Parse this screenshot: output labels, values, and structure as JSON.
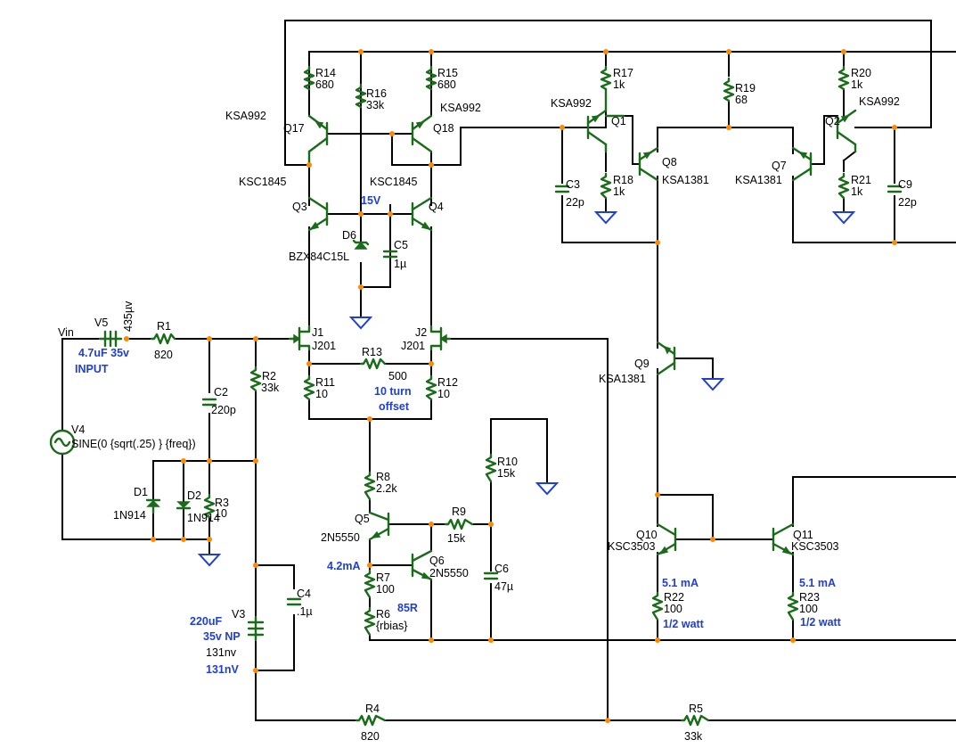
{
  "labels": {
    "vin": "Vin",
    "v5_name": "V5",
    "v5_val": "435µv",
    "v5_note": "4.7uF 35v",
    "v5_input": "INPUT",
    "r1_name": "R1",
    "r1_val": "820",
    "v4_name": "V4",
    "v4_val": "SINE(0 {sqrt(.25) } {freq})",
    "c2_name": "C2",
    "c2_val": "220p",
    "r2_name": "R2",
    "r2_val": "33k",
    "d1_name": "D1",
    "d1_val": "1N914",
    "d2_name": "D2",
    "d2_val": "1N914",
    "r3_name": "R3",
    "r3_val": "10",
    "v3_name": "V3",
    "v3_note": "220uF",
    "v3_note2": "35v NP",
    "v3_val": "131nv",
    "v3_note3": "131nV",
    "c4_name": "C4",
    "c4_val": ".1µ",
    "r4_name": "R4",
    "r4_val": "820",
    "r5_name": "R5",
    "r5_val": "33k",
    "r14_name": "R14",
    "r14_val": "680",
    "r15_name": "R15",
    "r15_val": "680",
    "r16_name": "R16",
    "r16_val": "33k",
    "q17_model": "KSA992",
    "q17_name": "Q17",
    "q18_model": "KSA992",
    "q18_name": "Q18",
    "q3_model": "KSC1845",
    "q3_name": "Q3",
    "q4_model": "KSC1845",
    "q4_name": "Q4",
    "d6_note": "15V",
    "d6_name": "D6",
    "d6_val": "BZX84C15L",
    "c5_name": "C5",
    "c5_val": "1µ",
    "j1_name": "J1",
    "j1_val": "J201",
    "j2_name": "J2",
    "j2_val": "J201",
    "r13_name": "R13",
    "r13_val": "500",
    "r13_note": "10 turn",
    "r13_note2": "offset",
    "r11_name": "R11",
    "r11_val": "10",
    "r12_name": "R12",
    "r12_val": "10",
    "r8_name": "R8",
    "r8_val": "2.2k",
    "q5_name": "Q5",
    "q5_model": "2N5550",
    "q6_name": "Q6",
    "q6_model": "2N5550",
    "r9_name": "R9",
    "r9_val": "15k",
    "r10_name": "R10",
    "r10_val": "15k",
    "c6_name": "C6",
    "c6_val": "47µ",
    "note_42ma": "4.2mA",
    "r7_name": "R7",
    "r7_val": "100",
    "r6_name": "R6",
    "r6_val": "{rbias}",
    "r6_note": "85R",
    "r17_name": "R17",
    "r17_val": "1k",
    "q1_model": "KSA992",
    "q1_name": "Q1",
    "r18_name": "R18",
    "r18_val": "1k",
    "c3_name": "C3",
    "c3_val": "22p",
    "q8_name": "Q8",
    "q8_model": "KSA1381",
    "r19_name": "R19",
    "r19_val": "68",
    "q7_name": "Q7",
    "q7_model": "KSA1381",
    "r20_name": "R20",
    "r20_val": "1k",
    "q2_name": "Q2",
    "q2_model": "KSA992",
    "r21_name": "R21",
    "r21_val": "1k",
    "c9_name": "C9",
    "c9_val": "22p",
    "q9_name": "Q9",
    "q9_model": "KSA1381",
    "q10_name": "Q10",
    "q10_model": "KSC3503",
    "q11_name": "Q11",
    "q11_model": "KSC3503",
    "q10_current": "5.1 mA",
    "q11_current": "5.1 mA",
    "r22_name": "R22",
    "r22_val": "100",
    "r22_note": "1/2 watt",
    "r23_name": "R23",
    "r23_val": "100",
    "r23_note": "1/2 watt"
  },
  "colors": {
    "wire": "#000000",
    "component": "#1a6b1a",
    "ground": "#1f3fd4",
    "junction": "#ff8a00",
    "annotation": "#1f3fd4"
  }
}
